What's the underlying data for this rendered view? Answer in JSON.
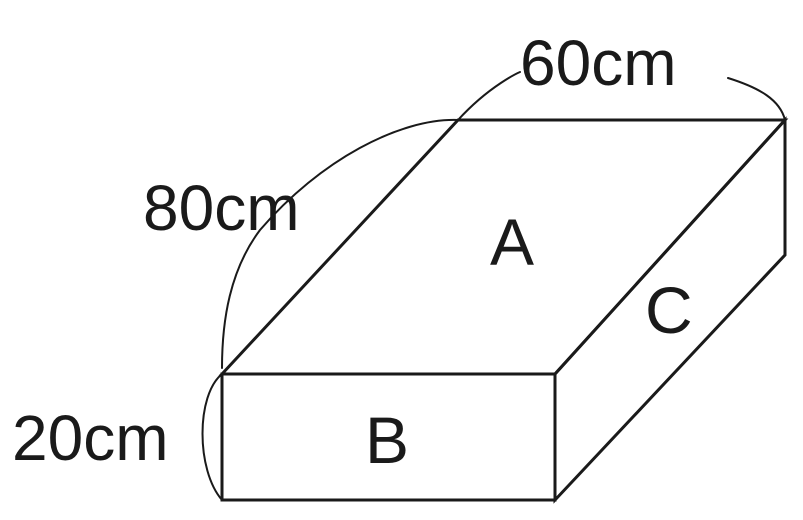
{
  "dimensions": {
    "width_label": "60cm",
    "depth_label": "80cm",
    "height_label": "20cm"
  },
  "faces": {
    "top": "A",
    "front": "B",
    "side": "C"
  },
  "colors": {
    "stroke": "#1a1a1a",
    "background": "#ffffff"
  }
}
